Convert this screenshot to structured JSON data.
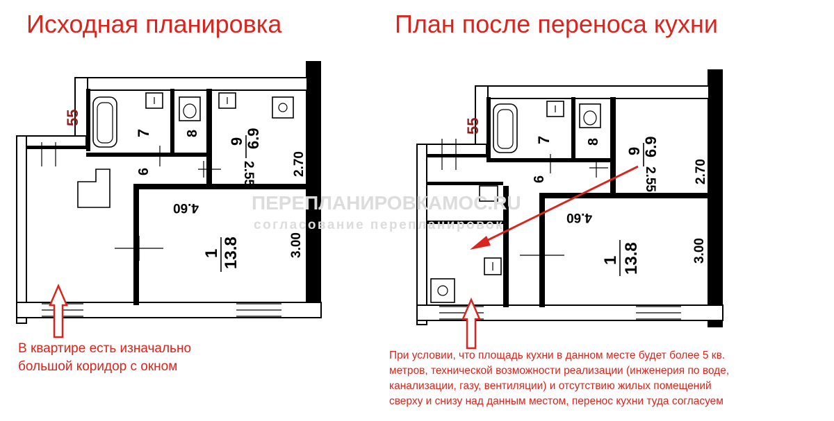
{
  "titles": {
    "left": "Исходная планировка",
    "right": "План после переноса кухни"
  },
  "captions": {
    "left": [
      "В квартире есть изначально",
      "большой коридор с окном"
    ],
    "right": [
      "При условии, что площадь кухни в данном месте будет более 5 кв.",
      "метров, технической возможности реализации (инженерия по воде,",
      "канализации, газу, вентиляции) и отсутствию жилых помещений",
      "сверху и снизу над данным местом, перенос кухни туда согласуем"
    ]
  },
  "plan": {
    "apartment_number": "55",
    "room_7": "7",
    "room_8": "8",
    "room_6": "6",
    "room_9": "9",
    "room_9_area": "6.9",
    "room_9_width": "2.55",
    "room_9_length": "2.70",
    "room_1": "1",
    "room_1_area": "13.8",
    "room_1_width": "4.60",
    "room_1_length": "3.00"
  },
  "watermark": {
    "line1": "ПЕРЕПЛАНИРОВКАМОС.RU",
    "line2": "согласование перепланировок"
  },
  "colors": {
    "accent": "#d9251d",
    "watermark": "#dcdcdc"
  }
}
